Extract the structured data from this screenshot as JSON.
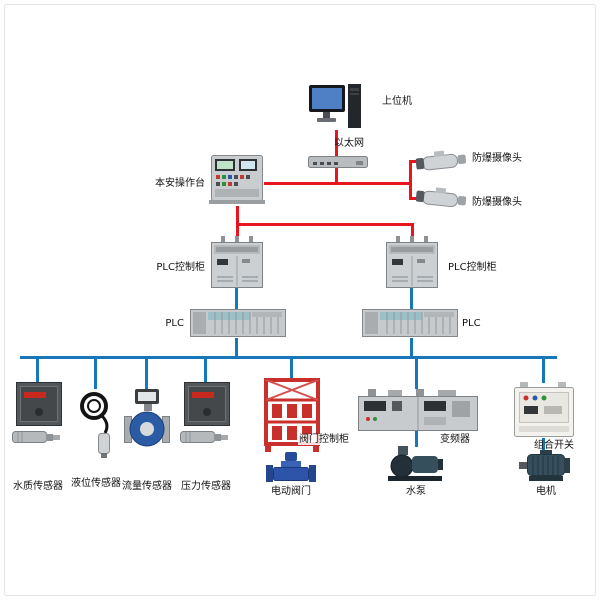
{
  "diagram": {
    "type": "industrial-control-system-topology",
    "colors": {
      "ethernet_line": "#e8151c",
      "field_bus_line": "#1777b8",
      "valve_cabinet_red": "#c9302c"
    },
    "labels": {
      "host": "上位机",
      "ethernet": "以太网",
      "console": "本安操作台",
      "camera_top": "防爆摄像头",
      "camera_bottom": "防爆摄像头",
      "plc_cabinet_left": "PLC控制柜",
      "plc_cabinet_right": "PLC控制柜",
      "plc_left": "PLC",
      "plc_right": "PLC",
      "water_quality": "水质传感器",
      "level": "液位传感器",
      "flow": "流量传感器",
      "pressure": "压力传感器",
      "valve_cabinet": "阀门控制柜",
      "electric_valve": "电动阀门",
      "vfd": "变频器",
      "pump": "水泵",
      "combo_switch": "组合开关",
      "motor": "电机"
    }
  }
}
